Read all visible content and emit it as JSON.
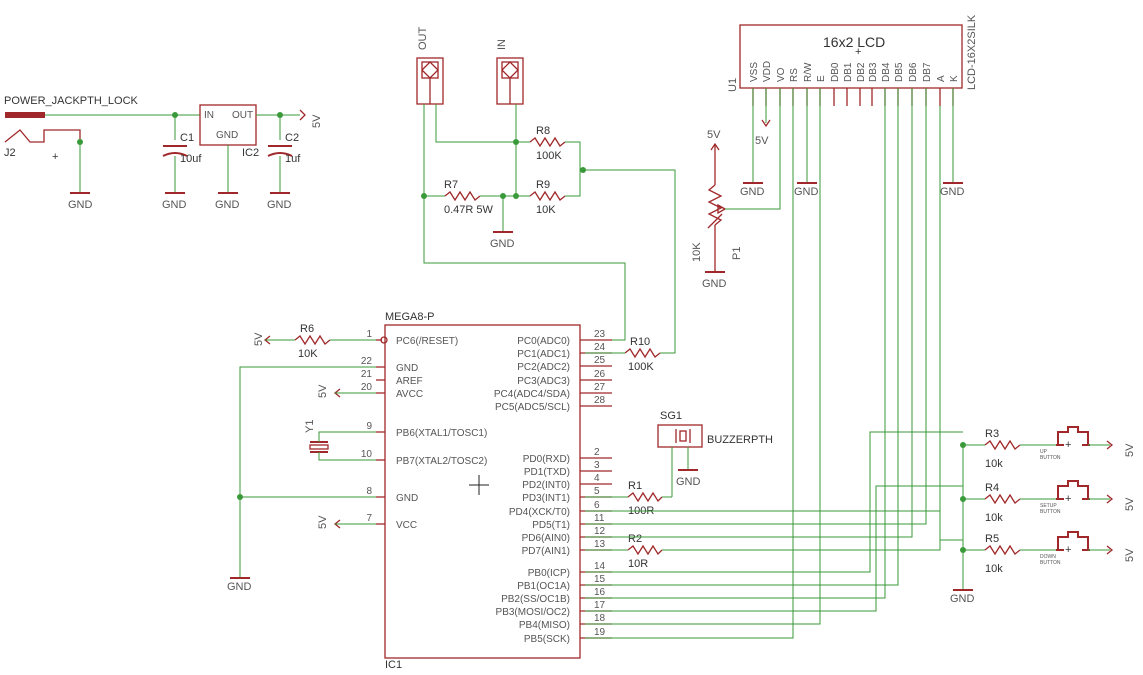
{
  "power_jack": {
    "name": "POWER_JACKPTH_LOCK",
    "ref": "J2",
    "plus": "+"
  },
  "regulator": {
    "ref": "IC2",
    "in": "IN",
    "out": "OUT",
    "gnd": "GND"
  },
  "c1": {
    "ref": "C1",
    "value": "10uf"
  },
  "c2": {
    "ref": "C2",
    "value": "1uf"
  },
  "gnd": "GND",
  "v5": "5V",
  "out_conn": "OUT",
  "in_conn": "IN",
  "r7": {
    "ref": "R7",
    "value": "0.47R 5W"
  },
  "r8": {
    "ref": "R8",
    "value": "100K"
  },
  "r9": {
    "ref": "R9",
    "value": "10K"
  },
  "r6": {
    "ref": "R6",
    "value": "10K"
  },
  "r10": {
    "ref": "R10",
    "value": "100K"
  },
  "r1": {
    "ref": "R1",
    "value": "100R"
  },
  "r2": {
    "ref": "R2",
    "value": "10R"
  },
  "r3": {
    "ref": "R3",
    "value": "10k"
  },
  "r4": {
    "ref": "R4",
    "value": "10k"
  },
  "r5": {
    "ref": "R5",
    "value": "10k"
  },
  "lcd": {
    "title": "16x2 LCD",
    "part": "LCD-16X2SILK",
    "ref": "U1",
    "pins": [
      "VSS",
      "VDD",
      "VO",
      "RS",
      "R/W",
      "E",
      "DB0",
      "DB1",
      "DB2",
      "DB3",
      "DB4",
      "DB5",
      "DB6",
      "DB7",
      "A",
      "K"
    ]
  },
  "pot": {
    "ref": "P1",
    "value": "10K"
  },
  "mcu": {
    "name": "MEGA8-P",
    "ref": "IC1",
    "left_pins": [
      {
        "num": "1",
        "name": "PC6(/RESET)"
      },
      {
        "num": "22",
        "name": "GND"
      },
      {
        "num": "21",
        "name": "AREF"
      },
      {
        "num": "20",
        "name": "AVCC"
      },
      {
        "num": "9",
        "name": "PB6(XTAL1/TOSC1)"
      },
      {
        "num": "10",
        "name": "PB7(XTAL2/TOSC2)"
      },
      {
        "num": "8",
        "name": "GND"
      },
      {
        "num": "7",
        "name": "VCC"
      }
    ],
    "right_pins": [
      {
        "num": "23",
        "name": "PC0(ADC0)"
      },
      {
        "num": "24",
        "name": "PC1(ADC1)"
      },
      {
        "num": "25",
        "name": "PC2(ADC2)"
      },
      {
        "num": "26",
        "name": "PC3(ADC3)"
      },
      {
        "num": "27",
        "name": "PC4(ADC4/SDA)"
      },
      {
        "num": "28",
        "name": "PC5(ADC5/SCL)"
      },
      {
        "num": "2",
        "name": "PD0(RXD)"
      },
      {
        "num": "3",
        "name": "PD1(TXD)"
      },
      {
        "num": "4",
        "name": "PD2(INT0)"
      },
      {
        "num": "5",
        "name": "PD3(INT1)"
      },
      {
        "num": "6",
        "name": "PD4(XCK/T0)"
      },
      {
        "num": "11",
        "name": "PD5(T1)"
      },
      {
        "num": "12",
        "name": "PD6(AIN0)"
      },
      {
        "num": "13",
        "name": "PD7(AIN1)"
      },
      {
        "num": "14",
        "name": "PB0(ICP)"
      },
      {
        "num": "15",
        "name": "PB1(OC1A)"
      },
      {
        "num": "16",
        "name": "PB2(SS/OC1B)"
      },
      {
        "num": "17",
        "name": "PB3(MOSI/OC2)"
      },
      {
        "num": "18",
        "name": "PB4(MISO)"
      },
      {
        "num": "19",
        "name": "PB5(SCK)"
      }
    ]
  },
  "crystal": {
    "ref": "Y1"
  },
  "buzzer": {
    "ref": "SG1",
    "value": "BUZZERPTH"
  },
  "buttons": [
    {
      "label": "UP BUTTON"
    },
    {
      "label": "SETUP BUTTON"
    },
    {
      "label": "DOWN BUTTON"
    }
  ]
}
